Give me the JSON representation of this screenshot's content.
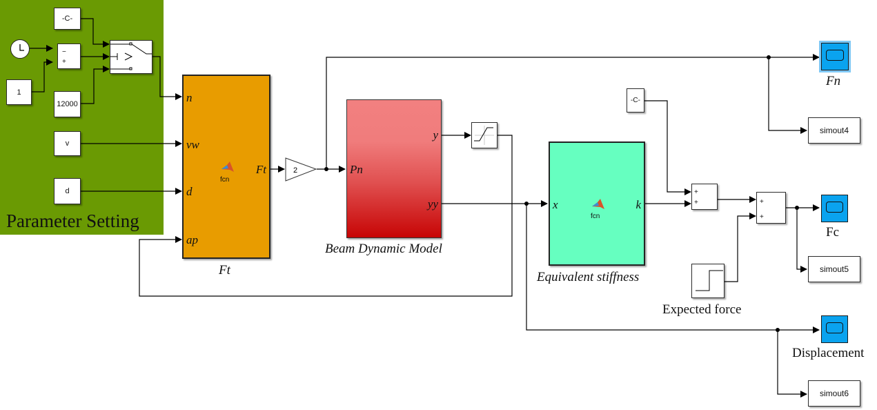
{
  "diagram": {
    "area_label": "Parameter Setting",
    "blocks": {
      "const_c_top": "-C-",
      "const_one": "1",
      "const_12000": "12000",
      "const_v": "v",
      "const_d": "d",
      "sum_signs": [
        "−",
        "+"
      ],
      "switch_symbol": ">",
      "gain": "2",
      "const_c_right": "-C-",
      "sum2_signs": [
        "+",
        "+"
      ],
      "sum3_signs": [
        "+",
        "+"
      ],
      "simout4": "simout4",
      "simout5": "simout5",
      "simout6": "simout6",
      "fcn_label": "fcn"
    },
    "ft_block": {
      "label": "Ft",
      "inputs": [
        "n",
        "vw",
        "d",
        "ap"
      ],
      "output": "Ft"
    },
    "beam_block": {
      "label": "Beam Dynamic Model",
      "input": "Pn",
      "outputs": [
        "y",
        "yy"
      ]
    },
    "eq_block": {
      "label": "Equivalent stiffness",
      "input": "x",
      "output": "k"
    },
    "scopes": {
      "fn": "Fn",
      "fc": "Fc",
      "displacement": "Displacement"
    },
    "step_label": "Expected force",
    "colors": {
      "area": "#6a9a03",
      "ft": "#e89c00",
      "beam_top": "#f28080",
      "beam_bottom": "#c70505",
      "eq": "#66ffc0",
      "scope": "#0aa3ef"
    }
  }
}
